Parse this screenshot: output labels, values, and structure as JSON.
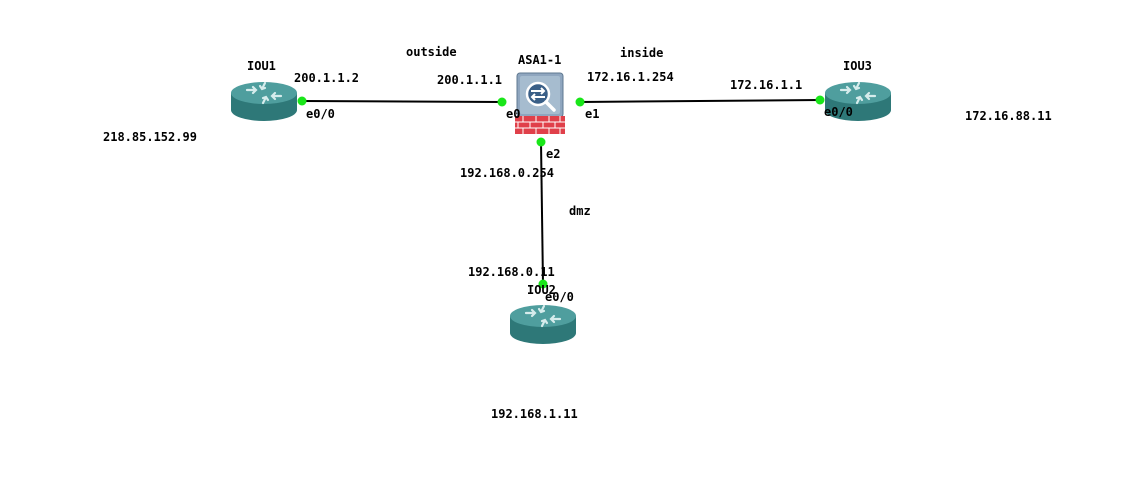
{
  "devices": {
    "iou1": {
      "name": "IOU1"
    },
    "iou2": {
      "name": "IOU2"
    },
    "iou3": {
      "name": "IOU3"
    },
    "asa": {
      "name": "ASA1-1"
    }
  },
  "ports": {
    "iou1_e00": "e0/0",
    "iou2_e00": "e0/0",
    "iou3_e00": "e0/0",
    "asa_e0": "e0",
    "asa_e1": "e1",
    "asa_e2": "e2"
  },
  "zones": {
    "outside": "outside",
    "inside": "inside",
    "dmz": "dmz"
  },
  "addresses": {
    "iou1_e00": "200.1.1.2",
    "asa_e0": "200.1.1.1",
    "asa_e1": "172.16.1.254",
    "iou3_e00": "172.16.1.1",
    "asa_e2": "192.168.0.254",
    "iou2_e00": "192.168.0.11",
    "iou1_loopback": "218.85.152.99",
    "iou3_loopback": "172.16.88.11",
    "iou2_loopback": "192.168.1.11"
  },
  "colors": {
    "router_top": "#4f9e9e",
    "router_side": "#2e7878",
    "port_dot": "#19e619",
    "link": "#000000",
    "asa_frame": "#8fa6bf",
    "firewall_brick": "#e0404a"
  },
  "icons": {
    "router": "router-icon",
    "firewall": "asa-firewall-icon"
  }
}
